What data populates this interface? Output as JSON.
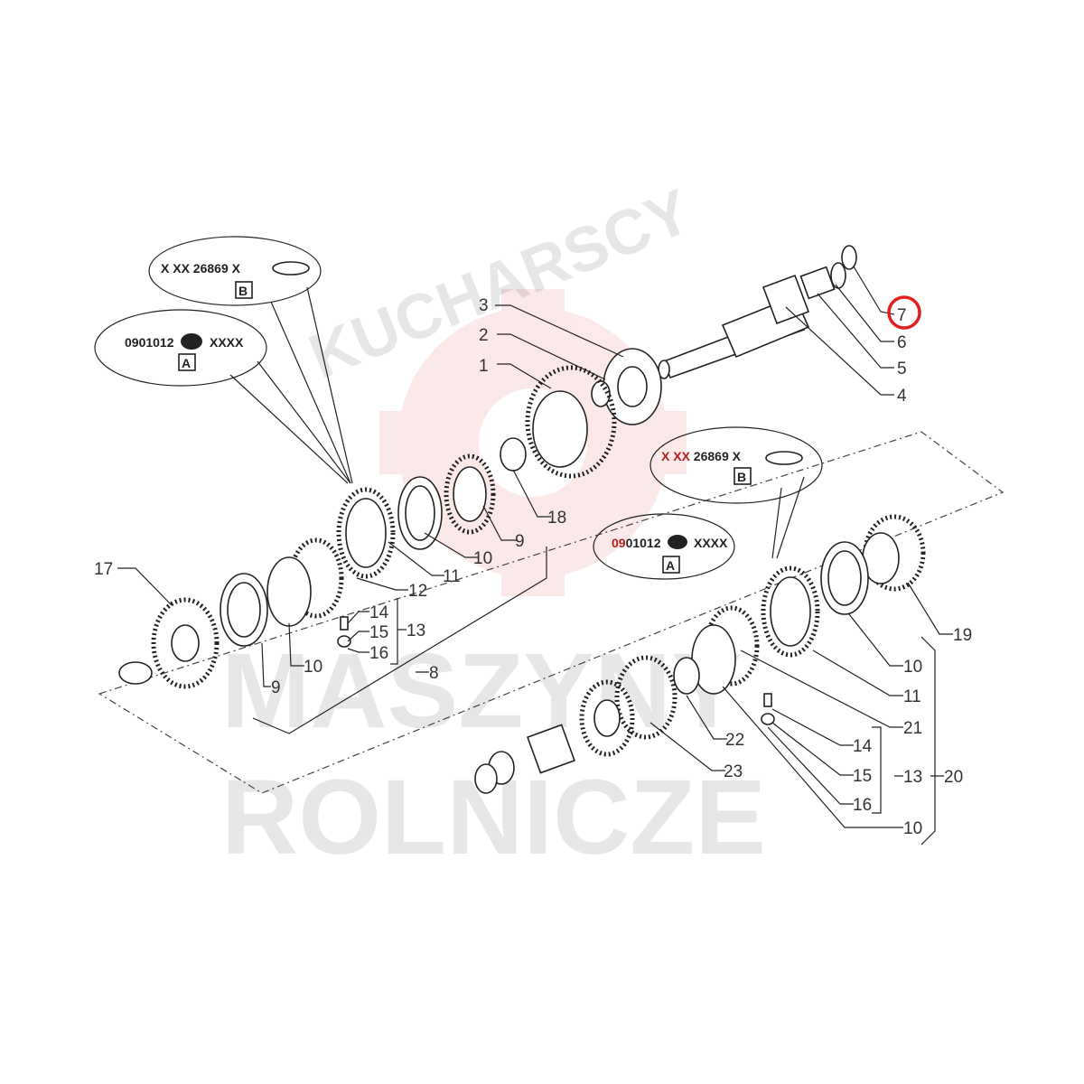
{
  "diagram": {
    "callouts": [
      {
        "code_prefix": "X XX",
        "code": "26869",
        "suffix": "X",
        "letter": "B"
      },
      {
        "code_prefix": "09",
        "code": "01012",
        "suffix": "XXXX",
        "letter": "A"
      },
      {
        "code_prefix": "X XX",
        "code": "26869",
        "suffix": "X",
        "letter": "B"
      },
      {
        "code_prefix": "09",
        "code": "01012",
        "suffix": "XXXX",
        "letter": "A"
      }
    ],
    "labels": [
      "3",
      "2",
      "1",
      "7",
      "6",
      "5",
      "4",
      "18",
      "9",
      "10",
      "11",
      "12",
      "14",
      "15",
      "13",
      "16",
      "17",
      "10",
      "9",
      "8",
      "19",
      "10",
      "11",
      "21",
      "22",
      "23",
      "14",
      "15",
      "13",
      "20",
      "16",
      "10"
    ],
    "highlighted_label": "7",
    "highlight_color": "#e02020",
    "watermark": {
      "arc": "KUCHARSCY",
      "line1": "MASZYNY",
      "line2": "ROLNICZE"
    }
  }
}
